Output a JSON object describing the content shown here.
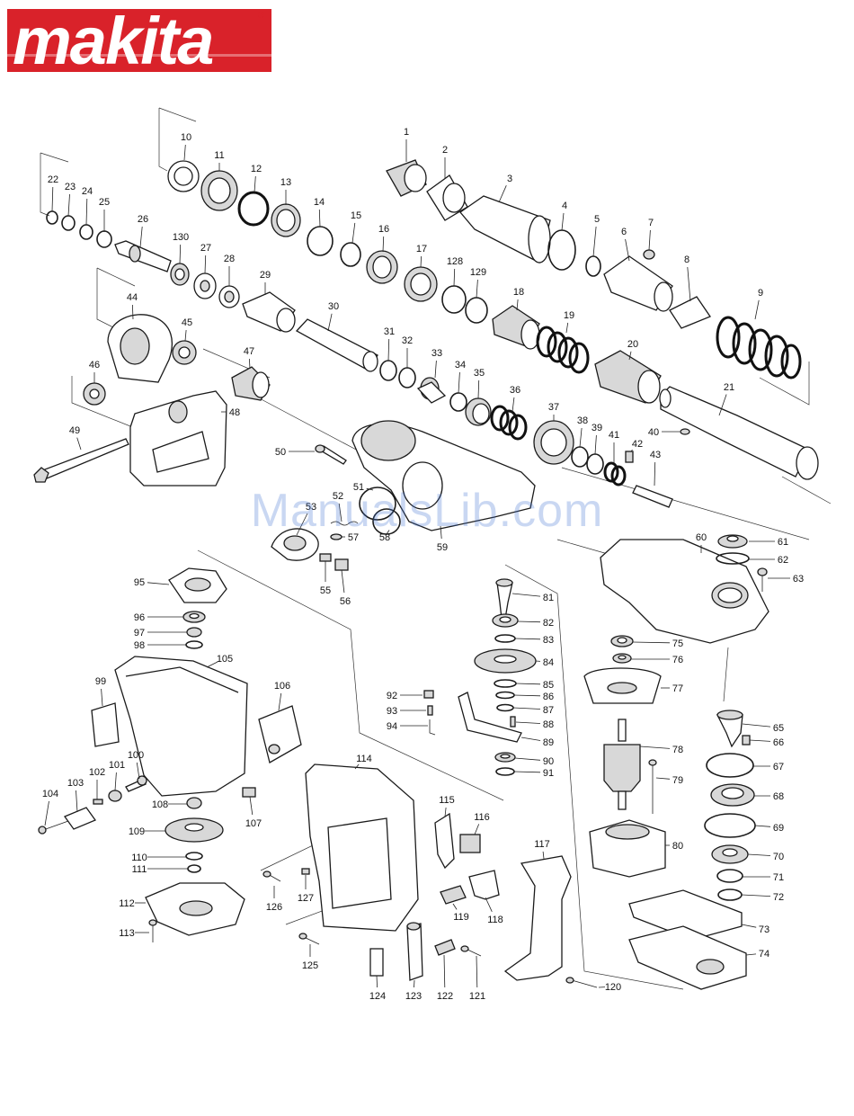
{
  "brand": {
    "logo_text": "makita",
    "registered_mark": "®",
    "brand_red": "#d9222a"
  },
  "watermark": {
    "text": "ManualsLib.com",
    "color": "#3c6ed2"
  },
  "callouts": [
    {
      "n": "1",
      "kind": "sleeve"
    },
    {
      "n": "2",
      "kind": "sleeve"
    },
    {
      "n": "3",
      "kind": "tube"
    },
    {
      "n": "4",
      "kind": "ring"
    },
    {
      "n": "5",
      "kind": "ring"
    },
    {
      "n": "6",
      "kind": "sleeve"
    },
    {
      "n": "7",
      "kind": "pin"
    },
    {
      "n": "8",
      "kind": "plate"
    },
    {
      "n": "9",
      "kind": "spring"
    },
    {
      "n": "10",
      "kind": "ring"
    },
    {
      "n": "11",
      "kind": "ring"
    },
    {
      "n": "12",
      "kind": "oring"
    },
    {
      "n": "13",
      "kind": "ring"
    },
    {
      "n": "14",
      "kind": "ring"
    },
    {
      "n": "15",
      "kind": "ring"
    },
    {
      "n": "16",
      "kind": "ring"
    },
    {
      "n": "17",
      "kind": "ring"
    },
    {
      "n": "18",
      "kind": "sleeve"
    },
    {
      "n": "19",
      "kind": "spring"
    },
    {
      "n": "20",
      "kind": "sleeve"
    },
    {
      "n": "21",
      "kind": "barrel"
    },
    {
      "n": "22",
      "kind": "ring"
    },
    {
      "n": "23",
      "kind": "ring"
    },
    {
      "n": "24",
      "kind": "ring"
    },
    {
      "n": "25",
      "kind": "ring"
    },
    {
      "n": "26",
      "kind": "shaft"
    },
    {
      "n": "27",
      "kind": "sleeve"
    },
    {
      "n": "28",
      "kind": "sleeve"
    },
    {
      "n": "29",
      "kind": "sleeve"
    },
    {
      "n": "30",
      "kind": "tube"
    },
    {
      "n": "31",
      "kind": "ring"
    },
    {
      "n": "32",
      "kind": "ring"
    },
    {
      "n": "33",
      "kind": "sleeve"
    },
    {
      "n": "34",
      "kind": "ring"
    },
    {
      "n": "35",
      "kind": "sleeve"
    },
    {
      "n": "36",
      "kind": "spring"
    },
    {
      "n": "37",
      "kind": "gear"
    },
    {
      "n": "38",
      "kind": "ring"
    },
    {
      "n": "39",
      "kind": "ring"
    },
    {
      "n": "40",
      "kind": "pin"
    },
    {
      "n": "41",
      "kind": "spring"
    },
    {
      "n": "42",
      "kind": "pin"
    },
    {
      "n": "43",
      "kind": "rod"
    },
    {
      "n": "44",
      "kind": "grip"
    },
    {
      "n": "45",
      "kind": "bearing"
    },
    {
      "n": "46",
      "kind": "bearing"
    },
    {
      "n": "47",
      "kind": "gear"
    },
    {
      "n": "48",
      "kind": "handle"
    },
    {
      "n": "49",
      "kind": "bolt"
    },
    {
      "n": "50",
      "kind": "screw"
    },
    {
      "n": "51",
      "kind": "ring"
    },
    {
      "n": "52",
      "kind": "spring"
    },
    {
      "n": "53",
      "kind": "knob"
    },
    {
      "n": "55",
      "kind": "spring"
    },
    {
      "n": "56",
      "kind": "block"
    },
    {
      "n": "57",
      "kind": "pin"
    },
    {
      "n": "58",
      "kind": "ring"
    },
    {
      "n": "59",
      "kind": "housing"
    },
    {
      "n": "60",
      "kind": "housing"
    },
    {
      "n": "61",
      "kind": "cap"
    },
    {
      "n": "62",
      "kind": "oring"
    },
    {
      "n": "63",
      "kind": "screw"
    },
    {
      "n": "65",
      "kind": "valve"
    },
    {
      "n": "66",
      "kind": "block"
    },
    {
      "n": "67",
      "kind": "oring"
    },
    {
      "n": "68",
      "kind": "bearing"
    },
    {
      "n": "69",
      "kind": "ring"
    },
    {
      "n": "70",
      "kind": "gear"
    },
    {
      "n": "71",
      "kind": "ring"
    },
    {
      "n": "72",
      "kind": "ring"
    },
    {
      "n": "73",
      "kind": "gasket"
    },
    {
      "n": "74",
      "kind": "cover"
    },
    {
      "n": "75",
      "kind": "bearing"
    },
    {
      "n": "76",
      "kind": "ring"
    },
    {
      "n": "77",
      "kind": "baffle"
    },
    {
      "n": "78",
      "kind": "armature"
    },
    {
      "n": "79",
      "kind": "screw"
    },
    {
      "n": "80",
      "kind": "field"
    },
    {
      "n": "81",
      "kind": "shaft"
    },
    {
      "n": "82",
      "kind": "bearing"
    },
    {
      "n": "83",
      "kind": "ring"
    },
    {
      "n": "84",
      "kind": "gear"
    },
    {
      "n": "85",
      "kind": "ring"
    },
    {
      "n": "86",
      "kind": "ring"
    },
    {
      "n": "87",
      "kind": "ring"
    },
    {
      "n": "88",
      "kind": "pin"
    },
    {
      "n": "89",
      "kind": "lever"
    },
    {
      "n": "90",
      "kind": "bearing"
    },
    {
      "n": "91",
      "kind": "ring"
    },
    {
      "n": "92",
      "kind": "block"
    },
    {
      "n": "93",
      "kind": "spring"
    },
    {
      "n": "94",
      "kind": "pin"
    },
    {
      "n": "95",
      "kind": "holder"
    },
    {
      "n": "96",
      "kind": "bearing"
    },
    {
      "n": "97",
      "kind": "ring"
    },
    {
      "n": "98",
      "kind": "ring"
    },
    {
      "n": "99",
      "kind": "plate"
    },
    {
      "n": "100",
      "kind": "screw"
    },
    {
      "n": "101",
      "kind": "cap"
    },
    {
      "n": "102",
      "kind": "block"
    },
    {
      "n": "103",
      "kind": "plate"
    },
    {
      "n": "104",
      "kind": "screw"
    },
    {
      "n": "105",
      "kind": "housing"
    },
    {
      "n": "106",
      "kind": "plate"
    },
    {
      "n": "107",
      "kind": "block"
    },
    {
      "n": "108",
      "kind": "ring"
    },
    {
      "n": "109",
      "kind": "fan"
    },
    {
      "n": "110",
      "kind": "ring"
    },
    {
      "n": "111",
      "kind": "ring"
    },
    {
      "n": "112",
      "kind": "cover"
    },
    {
      "n": "113",
      "kind": "screw"
    },
    {
      "n": "114",
      "kind": "handle"
    },
    {
      "n": "115",
      "kind": "plate"
    },
    {
      "n": "116",
      "kind": "block"
    },
    {
      "n": "117",
      "kind": "handle"
    },
    {
      "n": "118",
      "kind": "plate"
    },
    {
      "n": "119",
      "kind": "block"
    },
    {
      "n": "120",
      "kind": "screw"
    },
    {
      "n": "121",
      "kind": "screw"
    },
    {
      "n": "122",
      "kind": "block"
    },
    {
      "n": "123",
      "kind": "grip"
    },
    {
      "n": "124",
      "kind": "cable"
    },
    {
      "n": "125",
      "kind": "screw"
    },
    {
      "n": "126",
      "kind": "screw"
    },
    {
      "n": "127",
      "kind": "block"
    },
    {
      "n": "128",
      "kind": "ring"
    },
    {
      "n": "129",
      "kind": "ring"
    },
    {
      "n": "130",
      "kind": "ring"
    }
  ]
}
